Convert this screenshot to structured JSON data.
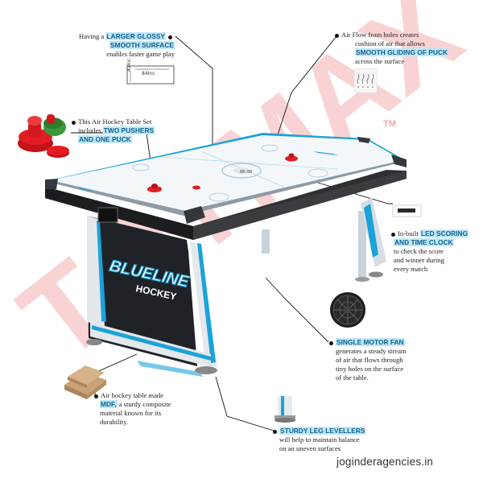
{
  "callouts": {
    "surface": {
      "pre": "Having a ",
      "hl1": "LARGER GLOSSY",
      "hl2": "SMOOTH SURFACE",
      "post": "enables faster game play"
    },
    "airflow": {
      "pre1": "Air Flow from holes creates",
      "pre2": "cushion of air that allows",
      "hl": "SMOOTH GLIDING OF PUCK",
      "post": "across the surface"
    },
    "pushers": {
      "pre1": "This Air Hockey Table Set",
      "pre2": "includes ",
      "hl1": "TWO PUSHERS",
      "hl2": "AND ONE PUCK"
    },
    "led": {
      "pre": "In-built ",
      "hl1": "LED SCORING",
      "hl2": "AND TIME CLOCK",
      "post1": "to check the score",
      "post2": "and winner during",
      "post3": "every match"
    },
    "fan": {
      "hl": "SINGLE MOTOR FAN",
      "post1": "generates a steady stream",
      "post2": "of air that flows through",
      "post3": "tiny holes on the surface",
      "post4": "of the table."
    },
    "mdf": {
      "pre1": "Air hockey table made",
      "hl": "MDF,",
      "pre2": " a sturdy composite",
      "post1": "material known for its",
      "post2": "durability."
    },
    "legs": {
      "hl": "STURDY LEG LEVELLERS",
      "post1": "will help to maintain balance",
      "post2": "on an uneven surfaces"
    }
  },
  "dimensions": {
    "width": "84Inc",
    "depth": "42Inc"
  },
  "logo": {
    "line1": "BLUELINE",
    "line2": "HOCKEY"
  },
  "table_score": "00:00",
  "watermark": "TOYMAX",
  "trademark": "TM",
  "site": "joginderagencies.in",
  "colors": {
    "accent": "#1aa3d9",
    "highlight": "#bfe8f8",
    "puck": "#e31c23"
  }
}
